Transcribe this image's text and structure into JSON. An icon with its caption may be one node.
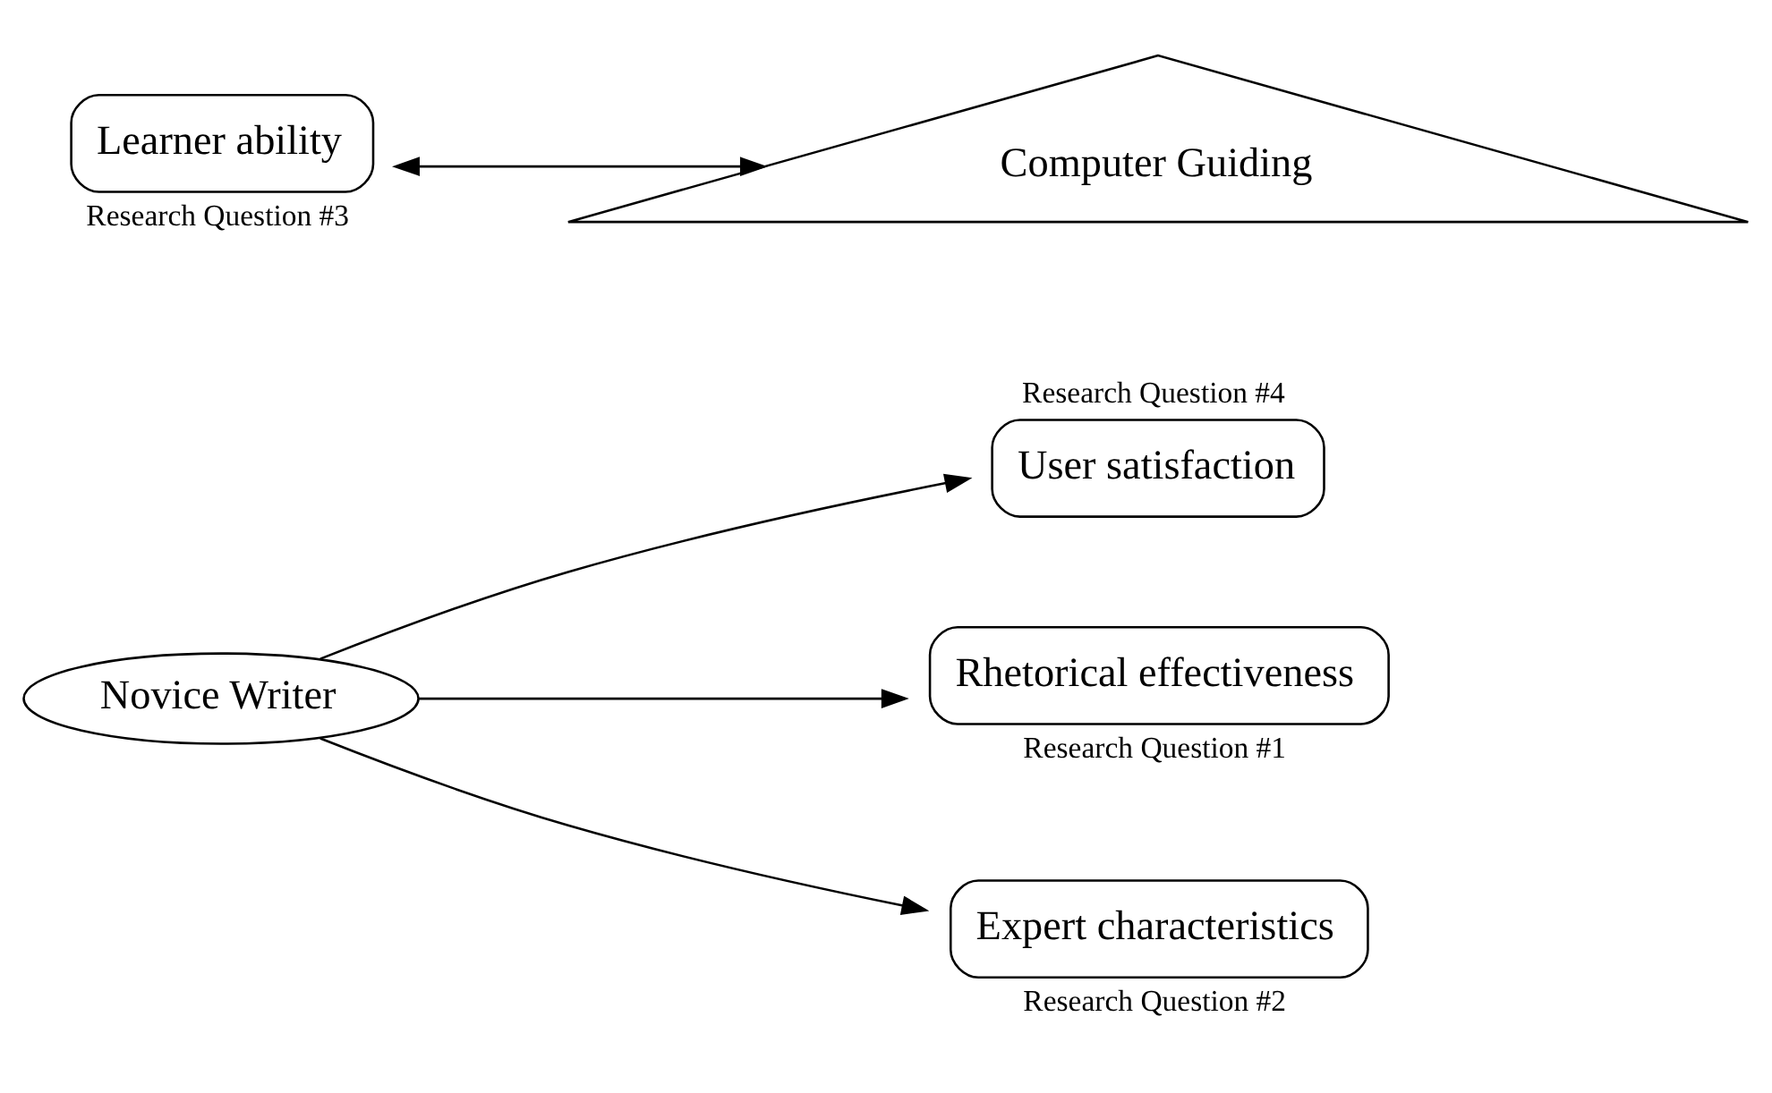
{
  "diagram": {
    "nodes": [
      {
        "text": [
          "User satisfaction"
        ],
        "beside": [
          "Research Question #4"
        ]
      },
      {
        "text": [
          "Novice Writer"
        ]
      },
      {
        "text": [
          "Rhetorical effectiveness"
        ],
        "beside": [
          "Research Question #1"
        ]
      },
      {
        "text": [
          "Learner ability"
        ],
        "beside": [
          "Research Question #3"
        ]
      },
      {
        "text": [
          "Expert characteristics"
        ],
        "beside": [
          "Research Question #2"
        ]
      },
      {
        "text": [
          "Computer Guiding"
        ]
      }
    ],
    "edges": [
      {
        "from": 1,
        "to": 0,
        "arrow": "to"
      },
      {
        "from": 1,
        "to": 2,
        "arrow": "to"
      },
      {
        "from": 1,
        "to": 4,
        "arrow": "to"
      },
      {
        "from": 3,
        "to": 5,
        "arrow": "both"
      }
    ]
  }
}
